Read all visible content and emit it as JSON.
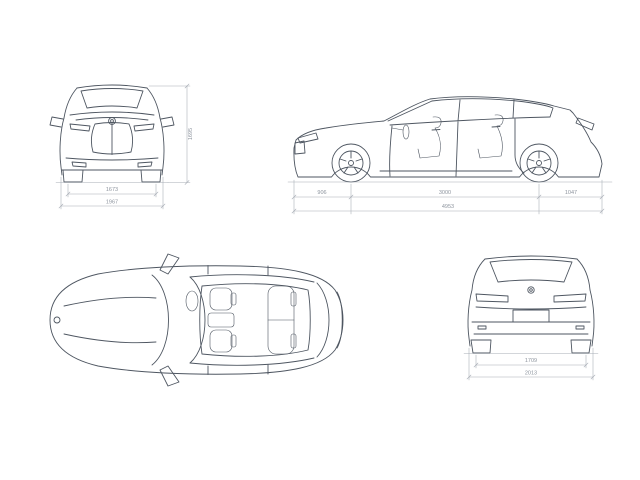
{
  "canvas": {
    "background": "#ffffff",
    "line_color": "#4e5661",
    "dim_line_color": "#a7adb5",
    "dim_text_color": "#8d949e"
  },
  "front_view": {
    "dims": {
      "track_width": "1673",
      "overall_width": "1967",
      "overall_height": "1695"
    }
  },
  "side_view": {
    "dims": {
      "front_overhang": "906",
      "wheelbase": "3000",
      "rear_overhang": "1047",
      "overall_length": "4953"
    }
  },
  "rear_view": {
    "dims": {
      "track_width": "1709",
      "overall_width": "2013"
    }
  }
}
